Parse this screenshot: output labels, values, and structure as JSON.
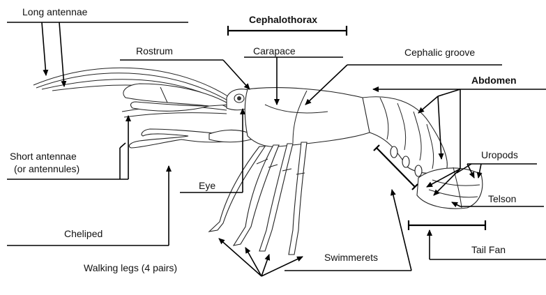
{
  "labels": {
    "long_antennae": "Long antennae",
    "cephalothorax": "Cephalothorax",
    "rostrum": "Rostrum",
    "carapace": "Carapace",
    "cephalic_groove": "Cephalic groove",
    "abdomen": "Abdomen",
    "uropods": "Uropods",
    "short_antennae_line1": "Short antennae",
    "short_antennae_line2": "(or antennules)",
    "eye": "Eye",
    "telson": "Telson",
    "cheliped": "Cheliped",
    "tail_fan": "Tail Fan",
    "swimmerets": "Swimmerets",
    "walking_legs": "Walking legs (4 pairs)"
  }
}
